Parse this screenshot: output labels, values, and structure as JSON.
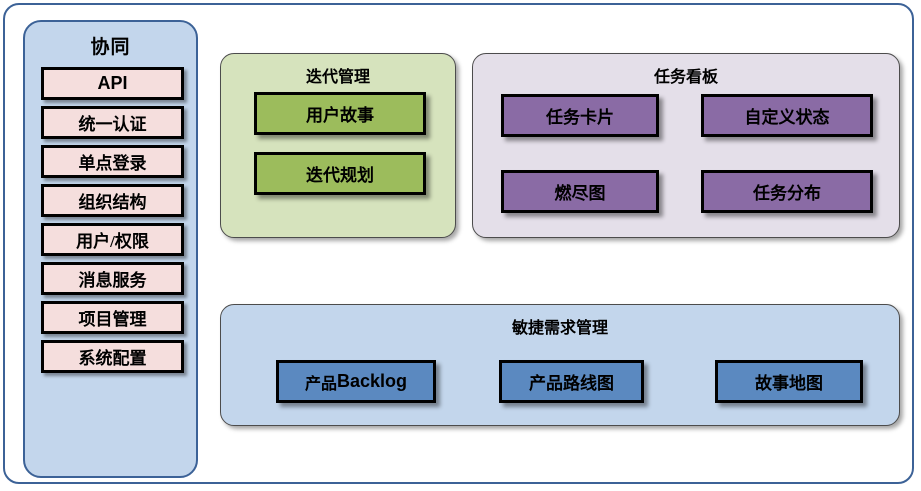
{
  "diagram": {
    "outer_frame": {
      "border_color": "#3c6297",
      "background": "#ffffff"
    },
    "sidebar": {
      "title": "协同",
      "background": "#c3d6ec",
      "border_color": "#3c6297",
      "item_color": "#f5dedd",
      "items": [
        {
          "label": "API",
          "latin": true
        },
        {
          "label": "统一认证",
          "latin": false
        },
        {
          "label": "单点登录",
          "latin": false
        },
        {
          "label": "组织结构",
          "latin": false
        },
        {
          "label": "用户/权限",
          "latin": false
        },
        {
          "label": "消息服务",
          "latin": false
        },
        {
          "label": "项目管理",
          "latin": false
        },
        {
          "label": "系统配置",
          "latin": false
        }
      ]
    },
    "panels": {
      "iteration": {
        "title": "迭代管理",
        "background": "#d6e3bd",
        "box_color": "#9cbc5c",
        "boxes": [
          {
            "label": "用户故事"
          },
          {
            "label": "迭代规划"
          }
        ]
      },
      "taskboard": {
        "title": "任务看板",
        "background": "#e4dfe9",
        "box_color": "#8a6ba5",
        "boxes": [
          {
            "label": "任务卡片"
          },
          {
            "label": "自定义状态"
          },
          {
            "label": "燃尽图"
          },
          {
            "label": "任务分布"
          }
        ]
      },
      "agile": {
        "title": "敏捷需求管理",
        "background": "#c3d6ec",
        "box_color": "#5b89c0",
        "boxes": [
          {
            "label": "产品Backlog",
            "cjk_part": "产品",
            "latin_part": "Backlog"
          },
          {
            "label": "产品路线图"
          },
          {
            "label": "故事地图"
          }
        ]
      }
    }
  }
}
